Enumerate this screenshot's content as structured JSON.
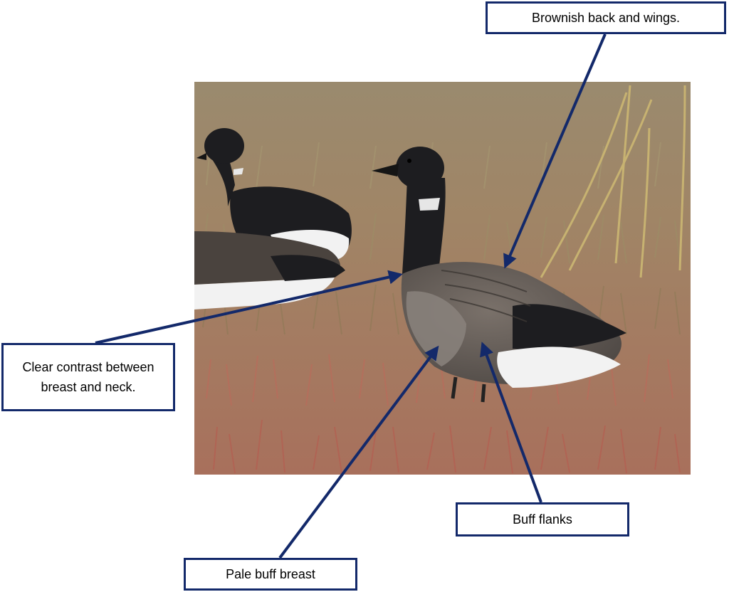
{
  "annotations": [
    {
      "id": "back-wings",
      "text": "Brownish back and wings."
    },
    {
      "id": "contrast",
      "text": "Clear contrast between breast and neck."
    },
    {
      "id": "flanks",
      "text": "Buff flanks"
    },
    {
      "id": "breast",
      "text": "Pale buff breast"
    }
  ],
  "colors": {
    "frame": "#13296a",
    "grass": "#a9826c",
    "bird_dark": "#1d1d20",
    "bird_body": "#5c554f",
    "white": "#f2f2f2"
  },
  "photo": {
    "subject": "brant goose standing in grass",
    "icon": "goose-photo"
  }
}
